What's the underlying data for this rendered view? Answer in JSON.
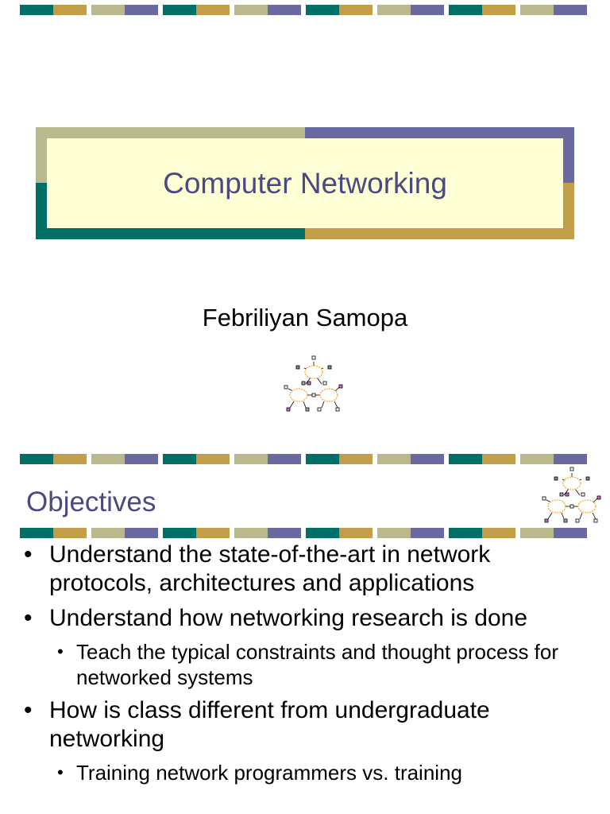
{
  "colors": {
    "teal": "#006f66",
    "gold": "#c29e48",
    "sage": "#b9b98d",
    "purple": "#6a6aa0",
    "title_fill": "#ffffd6",
    "title_text": "#4b4a80"
  },
  "slide1": {
    "title": "Computer Networking",
    "author": "Febriliyan Samopa"
  },
  "slide2": {
    "title": "Objectives",
    "bullets": [
      {
        "text": "Understand the state-of-the-art in network protocols, architectures and applications",
        "sub": []
      },
      {
        "text": "Understand how networking research is done",
        "sub": [
          "Teach the typical constraints and thought process for networked systems"
        ]
      },
      {
        "text": "How is class different from undergraduate networking",
        "sub": [
          "Training network programmers vs. training"
        ]
      }
    ]
  },
  "icons": {
    "network": "network-diagram-icon",
    "bullet": "•"
  }
}
